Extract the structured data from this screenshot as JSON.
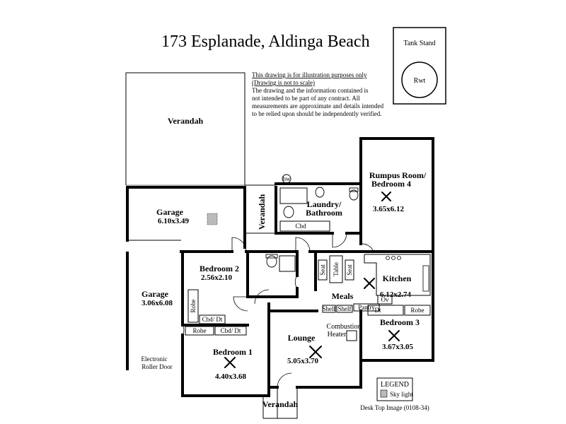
{
  "title": "173 Esplanade,  Aldinga Beach",
  "disclaimer": {
    "line1": "This drawing is for illustration purposes only",
    "line2": "(Drawing is not to scale)",
    "line3": "The drawing and the information contained is",
    "line4": "not intended to be part of any contract.  All",
    "line5": "measurements are approximate and details intended",
    "line6": "to be relied upon should be independently verified."
  },
  "tank_stand": {
    "label": "Tank Stand",
    "tank": "Rwt"
  },
  "rooms": {
    "verandah_main": "Verandah",
    "garage1": {
      "name": "Garage",
      "dims": "6.10x3.49"
    },
    "garage2": {
      "name": "Garage",
      "dims": "3.06x6.08"
    },
    "verandah_side": "Verandah",
    "laundry": {
      "line1": "Laundry/",
      "line2": "Bathroom"
    },
    "rumpus": {
      "line1": "Rumpus Room/",
      "line2": "Bedroom 4",
      "dims": "3.65x6.12"
    },
    "bedroom2": {
      "name": "Bedroom 2",
      "dims": "2.56x2.10"
    },
    "kitchen": {
      "name": "Kitchen",
      "dims": "6.12x2.74"
    },
    "meals": "Meals",
    "bedroom3": {
      "name": "Bedroom 3",
      "dims": "3.67x3.05"
    },
    "lounge": {
      "name": "Lounge",
      "dims": "5.05x3.70"
    },
    "bedroom1": {
      "name": "Bedroom 1",
      "dims": "4.40x3.68"
    },
    "verandah_front": "Verandah"
  },
  "fixtures": {
    "hw": "hw",
    "cbd": "Cbd",
    "robe_b2": "Robe",
    "cbd_dt_b2": "Cbd/ Dt",
    "robe_b1": "Robe",
    "cbd_dt_b1": "Cbd/ Dt",
    "seat1": "Seat",
    "table": "Table",
    "seat2": "Seat",
    "ov": "Ov",
    "dt_b3": "Dt",
    "robe_b3": "Robe",
    "shelf1": "Shelf",
    "shelf2": "Shelf",
    "pantry": "Pantry",
    "combustion1": "Combustion",
    "combustion2": "Heater",
    "electronic1": "Electronic",
    "electronic2": "Roller Door"
  },
  "legend": {
    "title": "LEGEND",
    "item": "Sky light"
  },
  "footer": "Desk Top Image (0108-34)"
}
